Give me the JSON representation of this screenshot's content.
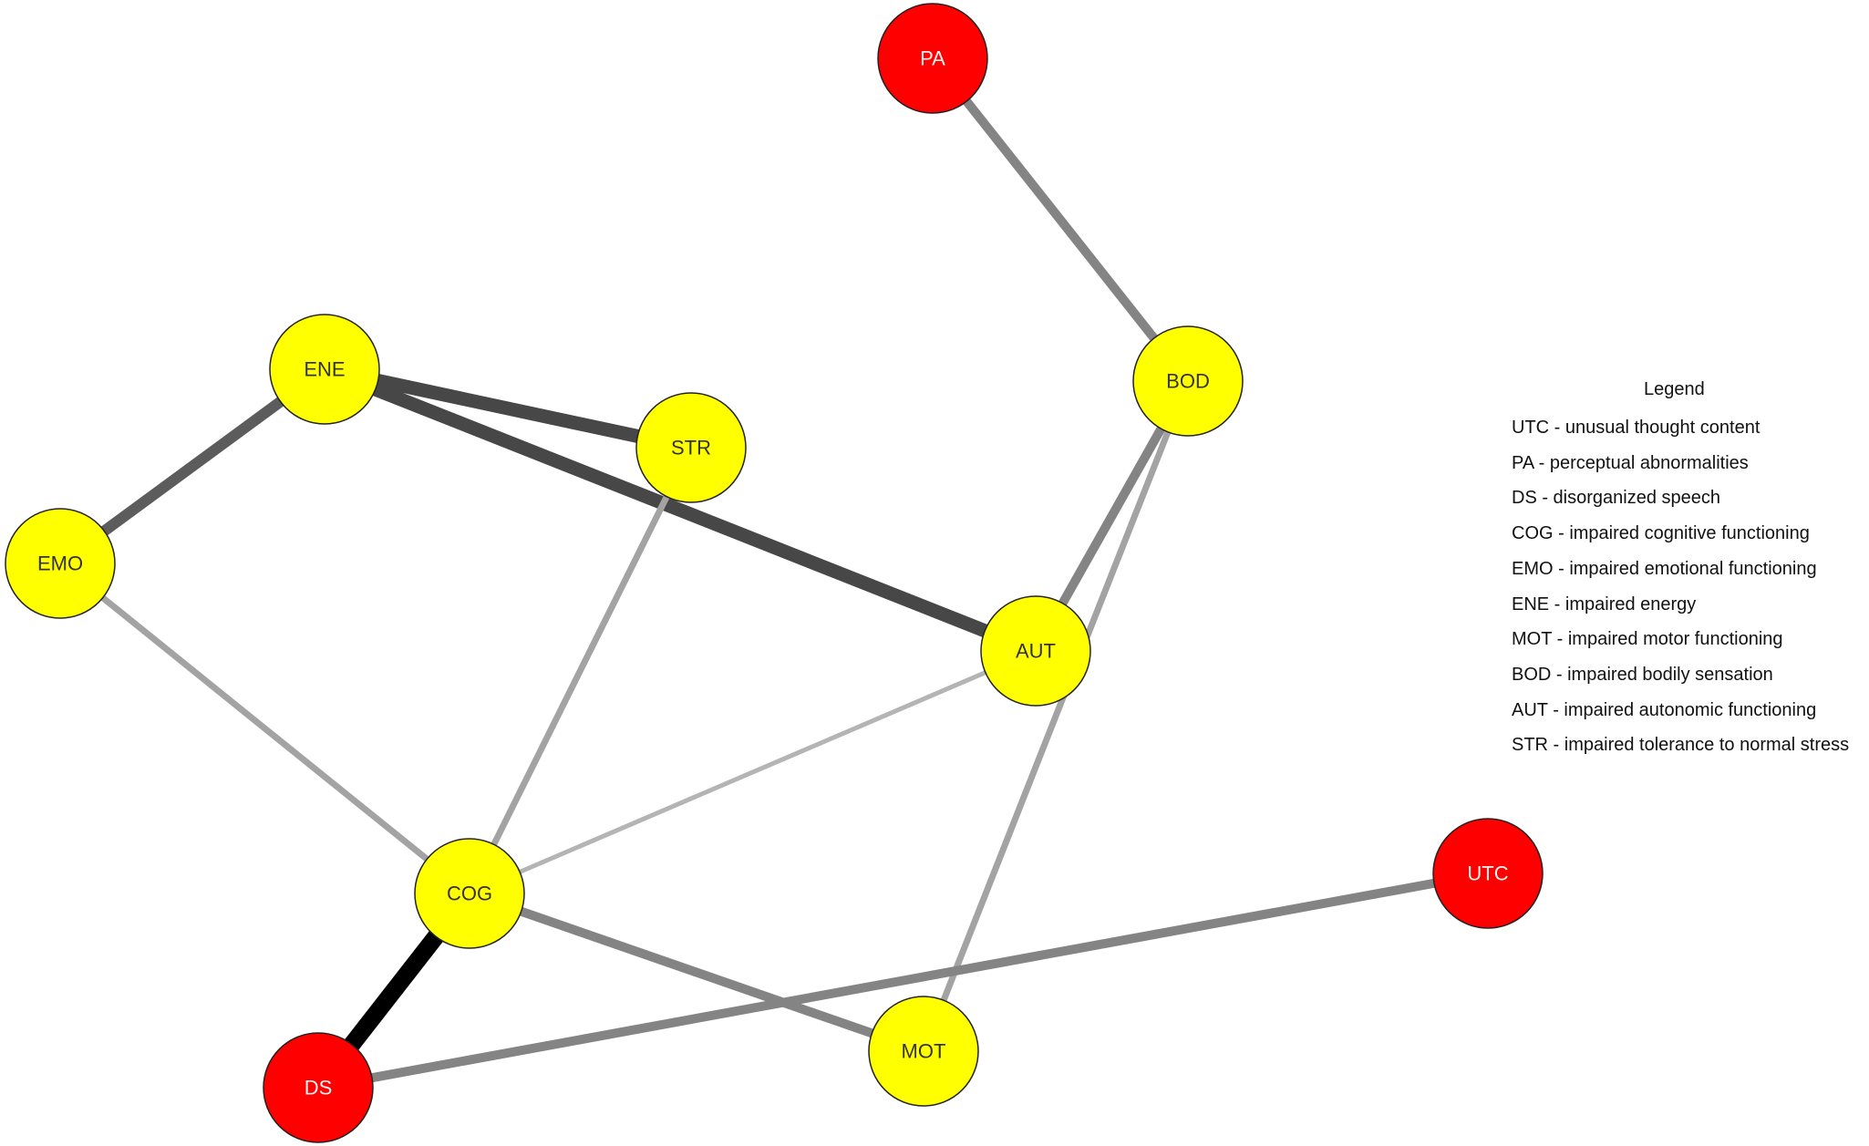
{
  "network": {
    "nodes": [
      {
        "id": "PA",
        "label": "PA",
        "group": "red"
      },
      {
        "id": "ENE",
        "label": "ENE",
        "group": "yellow"
      },
      {
        "id": "STR",
        "label": "STR",
        "group": "yellow"
      },
      {
        "id": "EMO",
        "label": "EMO",
        "group": "yellow"
      },
      {
        "id": "BOD",
        "label": "BOD",
        "group": "yellow"
      },
      {
        "id": "AUT",
        "label": "AUT",
        "group": "yellow"
      },
      {
        "id": "COG",
        "label": "COG",
        "group": "yellow"
      },
      {
        "id": "UTC",
        "label": "UTC",
        "group": "red"
      },
      {
        "id": "MOT",
        "label": "MOT",
        "group": "yellow"
      },
      {
        "id": "DS",
        "label": "DS",
        "group": "red"
      }
    ],
    "edges": [
      {
        "from": "PA",
        "to": "BOD",
        "strength": "medium"
      },
      {
        "from": "ENE",
        "to": "STR",
        "strength": "strong"
      },
      {
        "from": "ENE",
        "to": "AUT",
        "strength": "strong"
      },
      {
        "from": "ENE",
        "to": "EMO",
        "strength": "medium-strong"
      },
      {
        "from": "EMO",
        "to": "COG",
        "strength": "weak"
      },
      {
        "from": "STR",
        "to": "COG",
        "strength": "weak"
      },
      {
        "from": "AUT",
        "to": "COG",
        "strength": "very-weak"
      },
      {
        "from": "BOD",
        "to": "AUT",
        "strength": "medium"
      },
      {
        "from": "BOD",
        "to": "MOT",
        "strength": "weak"
      },
      {
        "from": "COG",
        "to": "DS",
        "strength": "very-strong"
      },
      {
        "from": "COG",
        "to": "MOT",
        "strength": "medium"
      },
      {
        "from": "DS",
        "to": "UTC",
        "strength": "medium"
      }
    ],
    "colors": {
      "red": "#ff0000",
      "yellow": "#ffff00",
      "node_border": "#222222",
      "red_label": "#f2f2f2",
      "yellow_label": "#333333"
    }
  },
  "legend": {
    "title": "Legend",
    "items": [
      "UTC - unusual thought content",
      "PA - perceptual abnormalities",
      "DS - disorganized speech",
      "COG - impaired cognitive functioning",
      "EMO - impaired emotional functioning",
      "ENE - impaired energy",
      "MOT - impaired motor functioning",
      "BOD - impaired bodily sensation",
      "AUT - impaired autonomic functioning",
      "STR - impaired tolerance to normal stress"
    ]
  }
}
